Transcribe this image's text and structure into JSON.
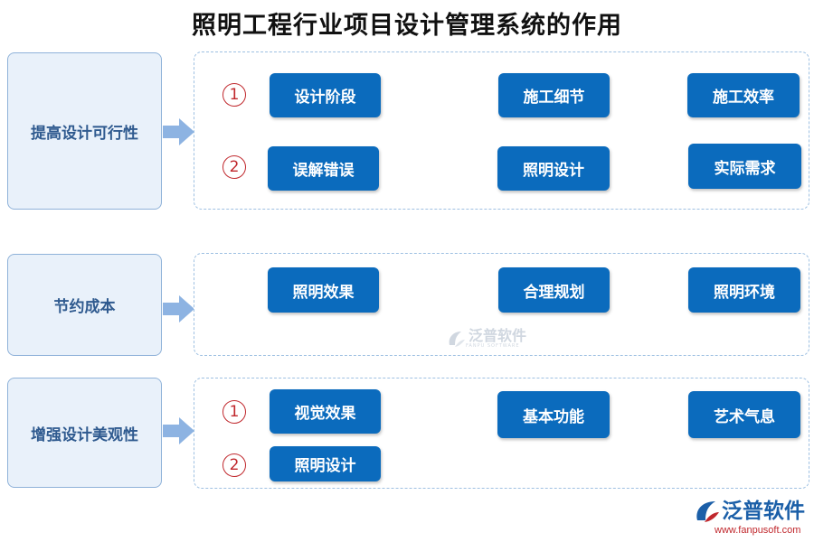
{
  "title": "照明工程行业项目设计管理系统的作用",
  "sections": [
    {
      "label": "提高设计可行性",
      "rows": [
        {
          "num": "1",
          "nodes": [
            "设计阶段",
            "施工细节",
            "施工效率"
          ]
        },
        {
          "num": "2",
          "nodes": [
            "误解错误",
            "照明设计",
            "实际需求"
          ]
        }
      ]
    },
    {
      "label": "节约成本",
      "rows": [
        {
          "num": "",
          "nodes": [
            "照明效果",
            "合理规划",
            "照明环境"
          ]
        }
      ]
    },
    {
      "label": "增强设计美观性",
      "rows": [
        {
          "num": "1",
          "nodes": [
            "视觉效果",
            "基本功能",
            "艺术气息"
          ]
        },
        {
          "num": "2",
          "nodes": [
            "照明设计"
          ]
        }
      ]
    }
  ],
  "watermark": {
    "text": "泛普软件",
    "sub": "FANPU SOFTWARE"
  },
  "logo": {
    "text": "泛普软件",
    "url": "www.fanpusoft.com"
  },
  "colors": {
    "node_bg": "#0b6bbd",
    "left_box_bg": "#e9f1fa",
    "left_box_text": "#2f5a8f",
    "dash_border": "#9ec0e2",
    "number_red": "#c0282d",
    "arrow_blue": "#8db3e2"
  },
  "icons": {
    "section_arrow": "right-block-arrow-icon",
    "logo": "fanpu-logo-icon"
  }
}
